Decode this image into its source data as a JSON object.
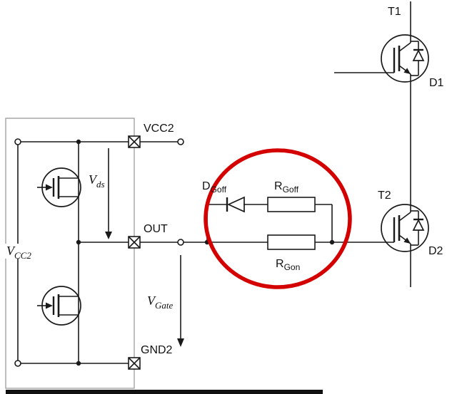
{
  "diagram": {
    "driver_pins": {
      "vcc2": "VCC2",
      "out": "OUT",
      "gnd2": "GND2"
    },
    "voltages": {
      "vcc2": {
        "main": "V",
        "sub": "CC2"
      },
      "vds": {
        "main": "V",
        "sub": "ds"
      },
      "vgate": {
        "main": "V",
        "sub": "Gate"
      }
    },
    "components": {
      "dgoff": {
        "main": "D",
        "sub": "Goff"
      },
      "rgoff": {
        "main": "R",
        "sub": "Goff"
      },
      "rgon": {
        "main": "R",
        "sub": "Gon"
      },
      "t1": "T1",
      "d1": "D1",
      "t2": "T2",
      "d2": "D2"
    }
  },
  "colors": {
    "wire": "#1a1a1a",
    "driver_outline": "#999999",
    "highlight_circle": "#d40000"
  }
}
